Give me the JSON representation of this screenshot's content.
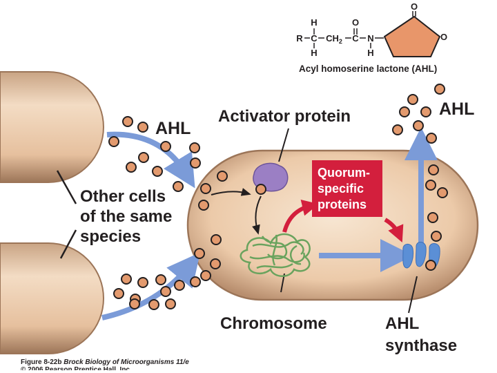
{
  "structure": {
    "atom_H_top_1": "H",
    "atom_O_top": "O",
    "chain_R": "R",
    "chain_C1": "C",
    "chain_CH2": "CH",
    "chain_CH2_sub": "2",
    "chain_C2": "C",
    "chain_N": "N",
    "atom_H_bottom_1": "H",
    "atom_H_bottom_2": "H",
    "ring_O_top": "O",
    "ring_O_right": "O",
    "name": "Acyl homoserine lactone (AHL)",
    "colors": {
      "lactone_ring": "#e8966a"
    }
  },
  "labels": {
    "ahl_left": "AHL",
    "ahl_right": "AHL",
    "activator_protein": "Activator protein",
    "other_cells": [
      "Other cells",
      "of the same",
      "species"
    ],
    "quorum_box": [
      "Quorum-",
      "specific",
      "proteins"
    ],
    "chromosome": "Chromosome",
    "ahl_synthase": [
      "AHL",
      "synthase"
    ]
  },
  "caption": {
    "figure": "Figure 8-22b",
    "book": "Brock Biology of Microorganisms 11/e",
    "copyright": "© 2006 Pearson Prentice Hall, Inc."
  },
  "colors": {
    "cell_fill": "#efd2b6",
    "cell_rim": "#9c7558",
    "ahl_molecule": "#e39a6e",
    "activator_protein": "#9b7fc4",
    "quorum_box": "#d31f3d",
    "chromosome": "#6aa35e",
    "blue_arrow": "#7b9bd8",
    "red_arrow": "#d31f3d",
    "synthase": "#5b8fd6"
  }
}
